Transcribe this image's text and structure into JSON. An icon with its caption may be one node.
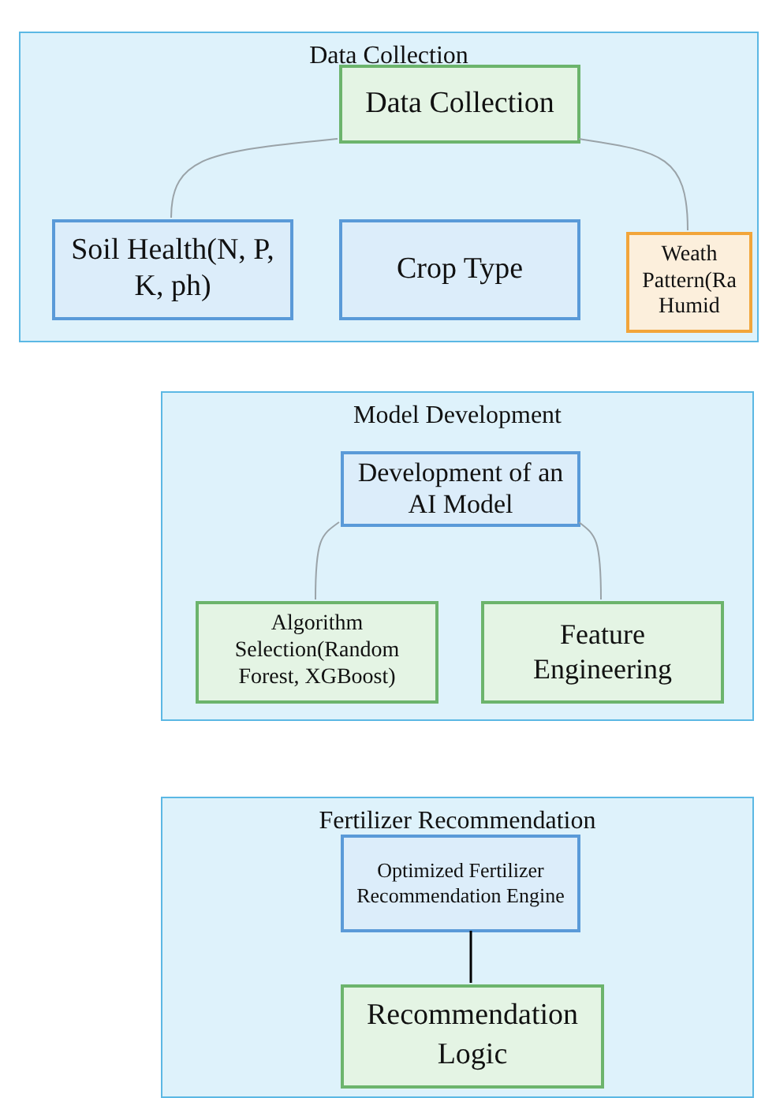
{
  "diagram": {
    "nodes": [
      {
        "text": [
          "Data Collection"
        ]
      },
      {
        "text": [
          "Data Collection"
        ],
        "in": 0
      },
      {
        "text": [
          "Soil Health(N, P, K, ph)"
        ],
        "in": 0
      },
      {
        "text": [
          "Crop Type"
        ],
        "in": 0
      },
      {
        "text": [
          "Weath Pattern(Ra Humid"
        ],
        "in": 0
      },
      {
        "text": [
          "Model Development"
        ]
      },
      {
        "text": [
          "Development of an AI Model"
        ],
        "in": 5
      },
      {
        "text": [
          "Algorithm Selection(Random Forest, XGBoost)"
        ],
        "in": 5
      },
      {
        "text": [
          "Feature Engineering"
        ],
        "in": 5
      },
      {
        "text": [
          "Fertilizer Recommendation"
        ]
      },
      {
        "text": [
          "Optimized Fertilizer Recommendation Engine"
        ],
        "in": 9
      },
      {
        "text": [
          "Recommendation Logic"
        ],
        "in": 9
      }
    ],
    "edges": [
      {
        "from": 1,
        "to": 2,
        "arrow": "none"
      },
      {
        "from": 1,
        "to": 4,
        "arrow": "none"
      },
      {
        "from": 6,
        "to": 7,
        "arrow": "none"
      },
      {
        "from": 6,
        "to": 8,
        "arrow": "none"
      },
      {
        "from": 10,
        "to": 11,
        "arrow": "none",
        "color": "#000000"
      }
    ]
  }
}
